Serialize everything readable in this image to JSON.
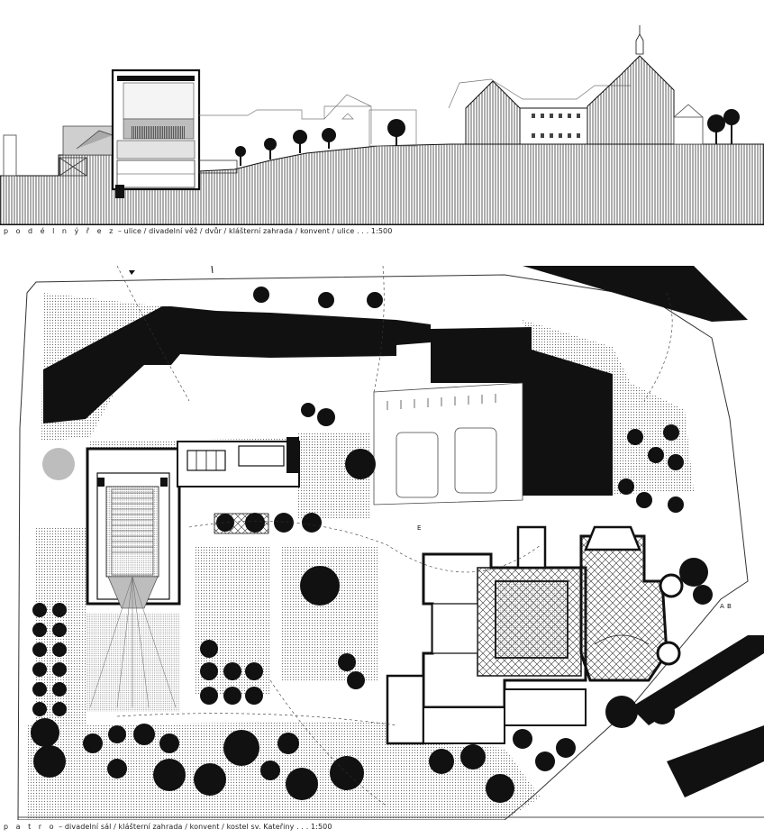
{
  "section_caption": {
    "keyword": "p o d é l n ý   ř e z",
    "text": " – ulice / divadelní věž / dvůr / klášterní zahrada / konvent / ulice . . . 1:500"
  },
  "plan_caption": {
    "keyword": "p a t r o",
    "text": " – divadelní sál / klášterní zahrada / konvent / kostel sv. Kateřiny . . . 1:500"
  },
  "plan_labels": {
    "mark_a": "A",
    "mark_b": "B",
    "mark_e": "E"
  },
  "colors": {
    "ink": "#111111",
    "hatch": "#555555",
    "grey_fill": "#bdbdbd",
    "dot": "#7a7a7a"
  }
}
